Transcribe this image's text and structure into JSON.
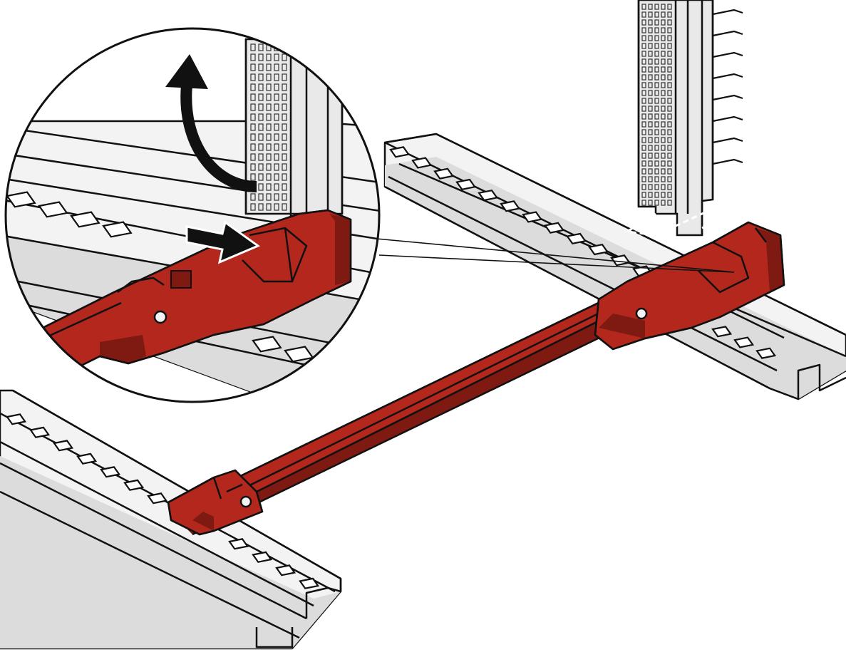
{
  "illustration": {
    "labels": [],
    "colors": {
      "background": "#ffffff",
      "outline": "#111111",
      "rail_fill": "#f3f3f3",
      "rail_shade": "#dcdcdc",
      "guide_rail": "#b3271c",
      "guide_rail_dark": "#7e1a12",
      "board_fill": "#e9e9e9",
      "arrow": "#111111"
    },
    "icons": [
      "curved-arrow-up-icon",
      "straight-arrow-right-icon"
    ],
    "parts": [
      "mounting-rail-back",
      "mounting-rail-front",
      "card-guide-rail",
      "circuit-board",
      "detail-magnifier"
    ]
  }
}
